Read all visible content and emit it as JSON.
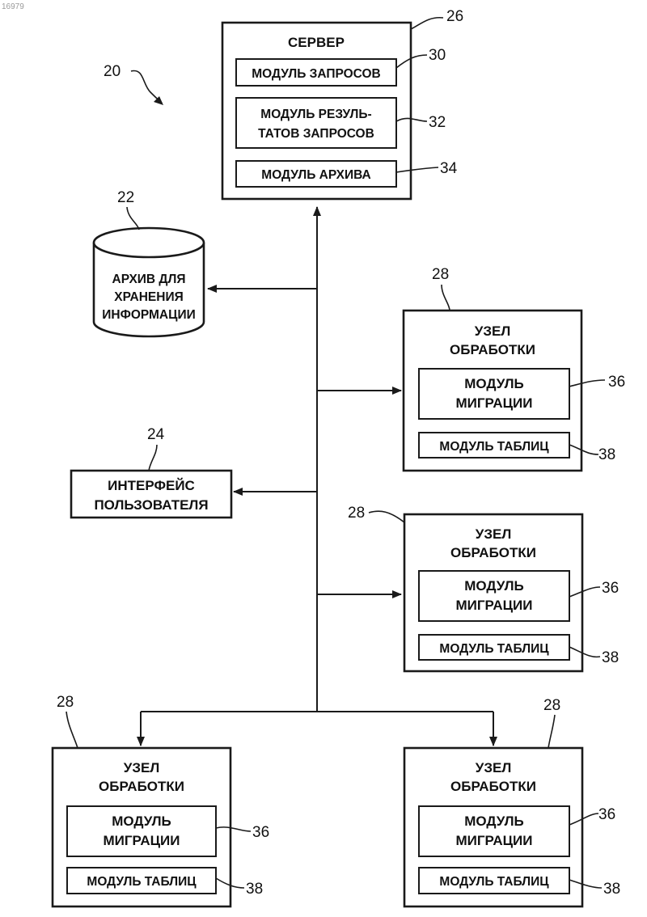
{
  "figure_id": "16979",
  "refs": {
    "system": "20",
    "storage": "22",
    "ui": "24",
    "server": "26",
    "node": "28",
    "query_module": "30",
    "results_module": "32",
    "archive_module": "34",
    "migration_module": "36",
    "table_module": "38"
  },
  "server": {
    "title": "СЕРВЕР",
    "query_module": "МОДУЛЬ ЗАПРОСОВ",
    "results_module_l1": "МОДУЛЬ РЕЗУЛЬ-",
    "results_module_l2": "ТАТОВ ЗАПРОСОВ",
    "archive_module": "МОДУЛЬ АРХИВА"
  },
  "storage": {
    "l1": "АРХИВ ДЛЯ",
    "l2": "ХРАНЕНИЯ",
    "l3": "ИНФОРМАЦИИ"
  },
  "ui": {
    "l1": "ИНТЕРФЕЙС",
    "l2": "ПОЛЬЗОВАТЕЛЯ"
  },
  "node": {
    "title_l1": "УЗЕЛ",
    "title_l2": "ОБРАБОТКИ",
    "migration_l1": "МОДУЛЬ",
    "migration_l2": "МИГРАЦИИ",
    "table_module": "МОДУЛЬ ТАБЛИЦ"
  }
}
